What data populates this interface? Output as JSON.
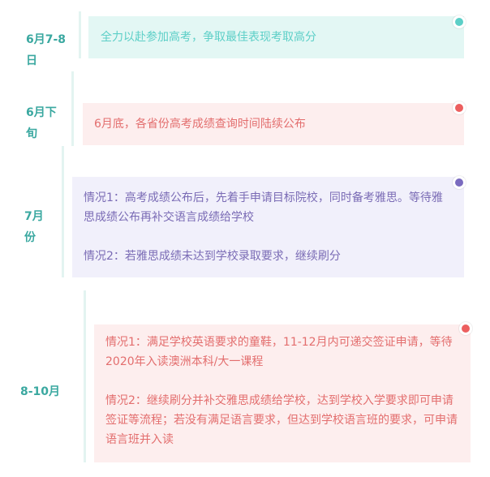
{
  "timeline": [
    {
      "date": "6月7-8日",
      "paragraphs": [
        "全力以赴参加高考，争取最佳表现考取高分"
      ],
      "dot_color": "#5ccfc7",
      "card_bg": "#e3f7f4",
      "text_color": "#5ccfc7"
    },
    {
      "date": "6月下旬",
      "paragraphs": [
        "6月底，各省份高考成绩查询时间陆续公布"
      ],
      "dot_color": "#ec5f5f",
      "card_bg": "#fdeeee",
      "text_color": "#e36e6e"
    },
    {
      "date": "7月份",
      "paragraphs": [
        "情况1：高考成绩公布后，先着手申请目标院校，同时备考雅思。等待雅思成绩公布再补交语言成绩给学校",
        "情况2：若雅思成绩未达到学校录取要求，继续刷分"
      ],
      "dot_color": "#7a6bbf",
      "card_bg": "#f1f0fb",
      "text_color": "#7a6bb5"
    },
    {
      "date": "8-10月",
      "paragraphs": [
        "情况1：满足学校英语要求的童鞋，11-12月内可递交签证申请，等待2020年入读澳洲本科/大一课程",
        "情况2：继续刷分并补交雅思成绩给学校，达到学校入学要求即可申请签证等流程；若没有满足语言要求，但达到学校语言班的要求，可申请语言班并入读"
      ],
      "dot_color": "#ec5f5f",
      "card_bg": "#fdeeee",
      "text_color": "#e36e6e"
    }
  ]
}
